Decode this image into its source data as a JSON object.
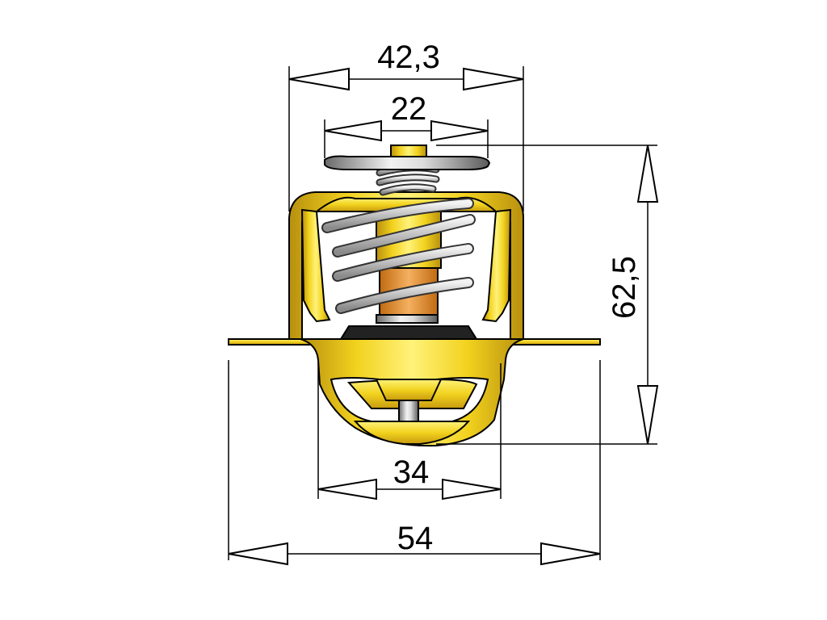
{
  "dimensions": {
    "top_outer_width": "42,3",
    "top_inner_width": "22",
    "height": "62,5",
    "bottom_inner_width": "34",
    "bottom_outer_width": "54"
  },
  "colors": {
    "brass_light": "#fff27a",
    "brass": "#f2d21e",
    "brass_dark": "#b8900f",
    "wax_orange": "#f0a040",
    "steel_light": "#f2f2f2",
    "steel": "#bdbdbd",
    "steel_dark": "#5a5a5a",
    "seal_black": "#222222"
  }
}
